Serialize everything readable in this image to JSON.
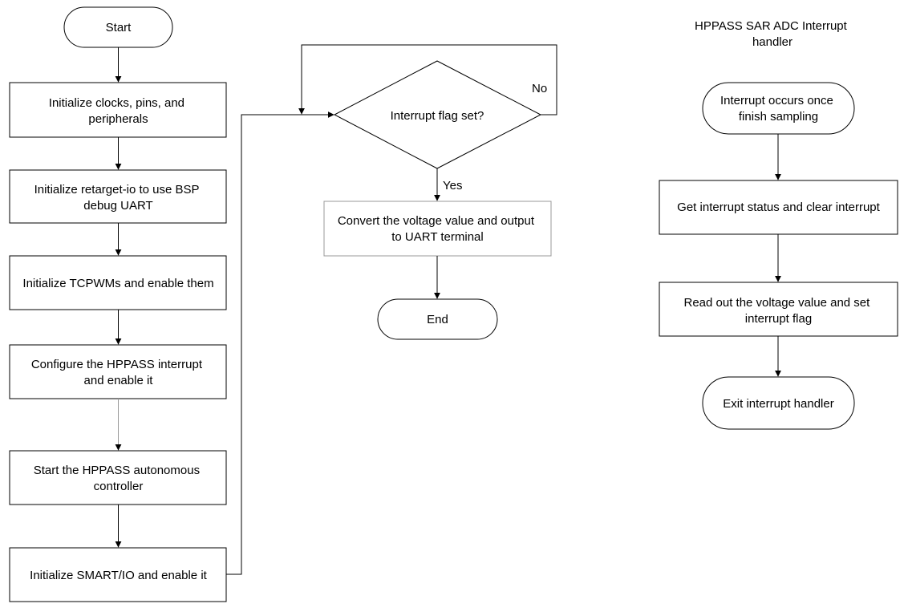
{
  "main_flow": {
    "start": "Start",
    "step1": [
      "Initialize clocks, pins, and",
      "peripherals"
    ],
    "step2": [
      "Initialize retarget-io to use BSP",
      "debug UART"
    ],
    "step3": [
      "Initialize TCPWMs and enable them"
    ],
    "step4": [
      "Configure the HPPASS interrupt",
      "and enable it"
    ],
    "step5": [
      "Start the HPPASS autonomous",
      "controller"
    ],
    "step6": [
      "Initialize SMART/IO and enable it"
    ]
  },
  "loop": {
    "decision": "Interrupt flag set?",
    "no_label": "No",
    "yes_label": "Yes",
    "convert": [
      "Convert the voltage value and output",
      "to UART terminal"
    ],
    "end": "End"
  },
  "isr": {
    "title": [
      "HPPASS SAR ADC Interrupt",
      "handler"
    ],
    "start": [
      "Interrupt occurs once",
      "finish sampling"
    ],
    "step1": [
      "Get interrupt status and clear interrupt"
    ],
    "step2": [
      "Read out the voltage value and set",
      "interrupt flag"
    ],
    "end": [
      "Exit interrupt handler"
    ]
  }
}
